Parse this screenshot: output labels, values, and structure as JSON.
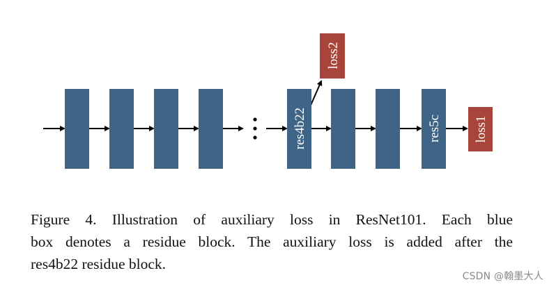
{
  "diagram": {
    "block_color": "#3e6587",
    "loss_color": "#a8453b",
    "arrow_color": "#000000",
    "ellipsis": "⋮",
    "labeled_blocks": {
      "res4b22": "res4b22",
      "res5c": "res5c"
    },
    "losses": {
      "loss1": "loss1",
      "loss2": "loss2"
    }
  },
  "caption": {
    "line1": "Figure 4. Illustration of auxiliary loss in ResNet101.  Each blue",
    "line2": "box denotes a residue block. The auxiliary loss is added after the",
    "line3": "res4b22 residue block."
  },
  "watermark": "CSDN @翰墨大人"
}
